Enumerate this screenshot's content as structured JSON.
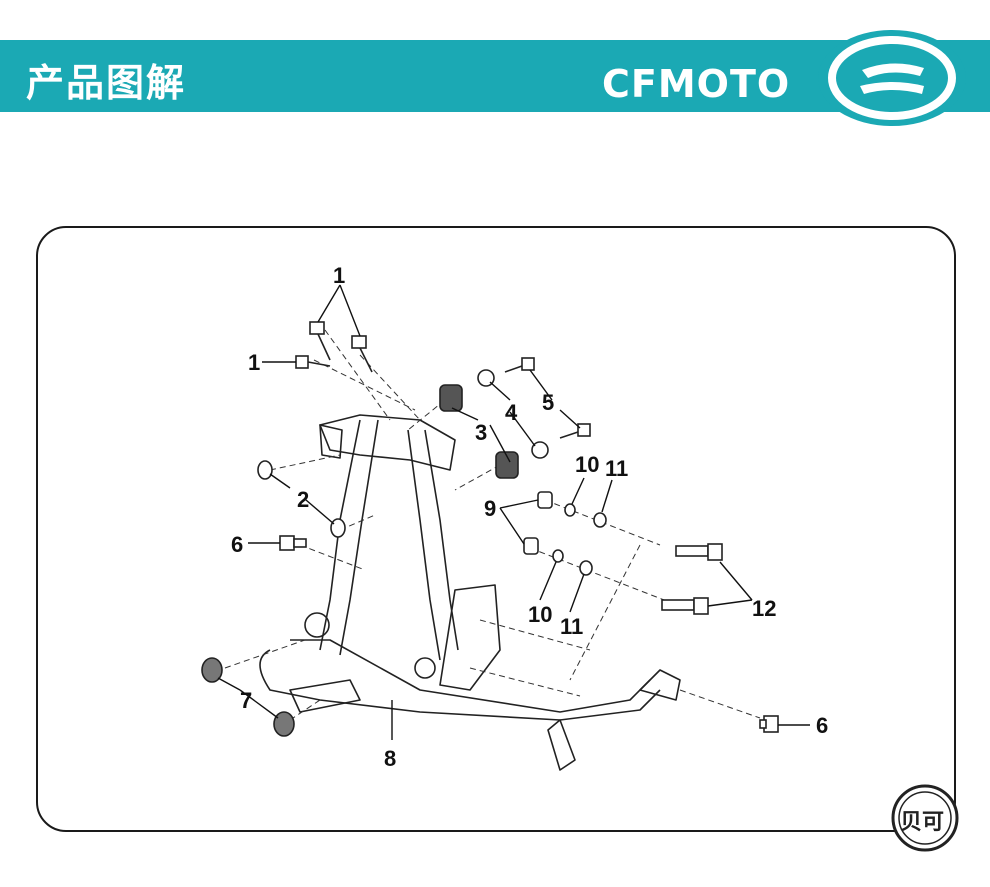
{
  "header": {
    "title": "产品图解",
    "brand": "CFMOTO",
    "color": "#1ba9b4"
  },
  "diagram": {
    "callouts": [
      "1",
      "1",
      "2",
      "3",
      "4",
      "5",
      "6",
      "6",
      "7",
      "8",
      "9",
      "10",
      "10",
      "11",
      "11",
      "12"
    ]
  },
  "watermark": {
    "text": "贝可"
  }
}
